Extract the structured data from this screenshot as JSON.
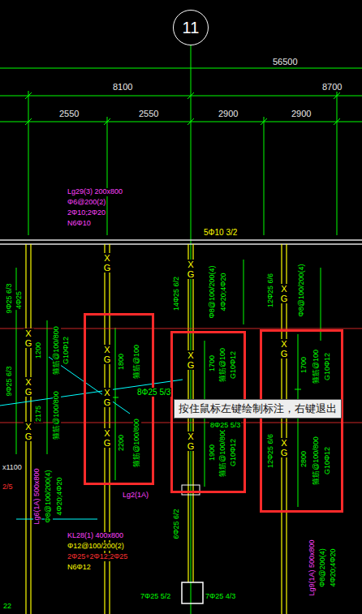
{
  "diagram": {
    "nodes": [
      {
        "text": [
          "11"
        ]
      },
      {
        "text": [
          "1800",
          "箍筋@100",
          "2200",
          "箍筋@100/800"
        ]
      },
      {
        "text": [
          "1700",
          "箍筋@100",
          "G10Φ12",
          "1900",
          "箍筋@100/800",
          "G10Φ12"
        ]
      },
      {
        "text": [
          "1700",
          "箍筋@100",
          "G10Φ12",
          "12Φ25 6/6",
          "2800",
          "箍筋@100/800",
          "G10Φ12"
        ]
      },
      {
        "text": [
          "按住鼠标左键绘制标注，右键退出"
        ]
      }
    ],
    "labels": [
      "56500",
      "8100",
      "8700",
      "2550",
      "2550",
      "2900",
      "2900",
      "Lg29(3) 200x800",
      "Φ6@200(2)",
      "2Φ10;2Φ20",
      "N6Φ10",
      "5Φ10 3/2",
      "9Φ25 6/3",
      "4Φ25",
      "1200",
      "箍筋@100/800",
      "G10Φ12",
      "9Φ25 6/3",
      "2175",
      "箍筋@100/800",
      "8Φ25 5/3",
      "8Φ25 5/3",
      "x1100",
      "2/5",
      "Lg6(1A) 500x800",
      "Φ8@100/200(4)",
      "4Φ20;4Φ20",
      "Lg2(1A)",
      "6Φ25 6/2",
      "KL28(1) 400x800",
      "Φ12@100/200(2)",
      "2Φ25+2Φ12;2Φ25",
      "N6Φ12",
      "Lg9(1A) 500x800",
      "Φ8@200(4)",
      "4Φ20;4Φ20",
      "7Φ25 5/2",
      "7Φ25 4/3",
      "14Φ25 6/2",
      "Φ8@100/200(4)",
      "4Φ20;4Φ20",
      "12Φ25 6/6",
      "Φ8@100/200(4)",
      "22",
      "XG",
      "XG",
      "XG",
      "XG",
      "XG",
      "XG",
      "XG",
      "XG",
      "XG",
      "XG",
      "XG",
      "XG",
      "XG"
    ]
  }
}
